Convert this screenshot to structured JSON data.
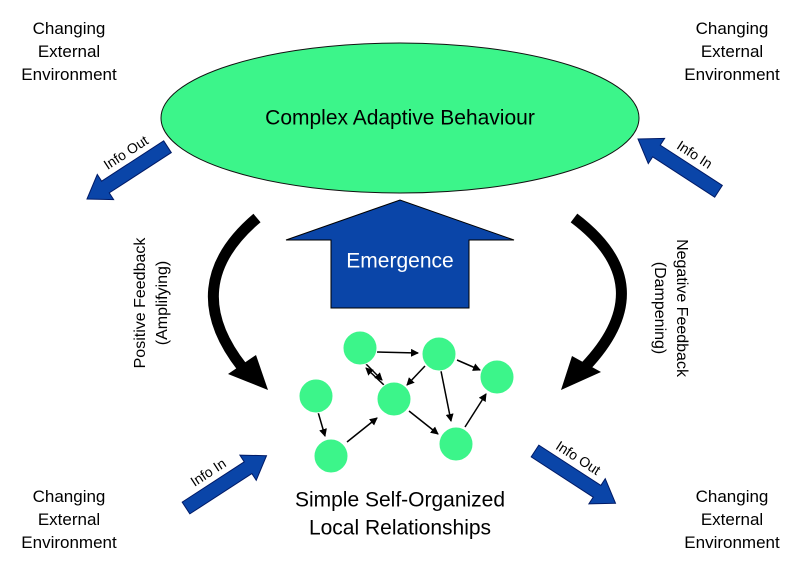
{
  "environment": {
    "top_left": "Changing\nExternal\nEnvironment",
    "top_right": "Changing\nExternal\nEnvironment",
    "bottom_left": "Changing\nExternal\nEnvironment",
    "bottom_right": "Changing\nExternal\nEnvironment"
  },
  "top_ellipse": {
    "label": "Complex Adaptive Behaviour"
  },
  "emergence": {
    "label": "Emergence"
  },
  "feedback": {
    "positive_line1": "Positive Feedback",
    "positive_line2": "(Amplifying)",
    "negative_line1": "Negative Feedback",
    "negative_line2": "(Dampening)"
  },
  "info_arrows": {
    "top_left": "Info Out",
    "top_right": "Info In",
    "bottom_left": "Info In",
    "bottom_right": "Info Out"
  },
  "bottom_caption": {
    "line1": "Simple Self-Organized",
    "line2": "Local Relationships"
  },
  "colors": {
    "node_fill": "#3cf58a",
    "ellipse_fill": "#3cf58a",
    "arrow_blue": "#0a45a8",
    "dark_blue": "#1a3a8f",
    "black": "#000000"
  }
}
